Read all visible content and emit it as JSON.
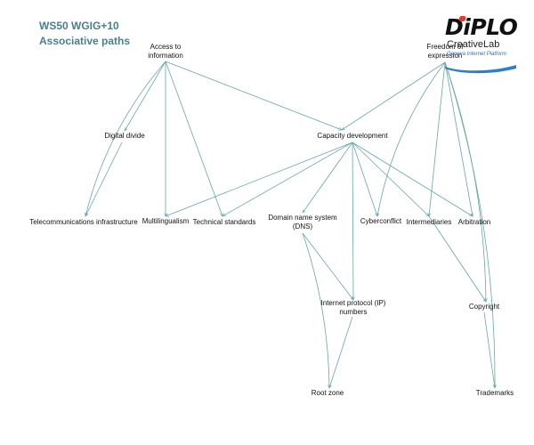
{
  "header": {
    "title_line1": "WS50 WGIG+10",
    "title_line2": "Associative paths"
  },
  "logo": {
    "main": "DiPLO",
    "sub": "CreativeLab",
    "tagline": "Geneva Internet Platform",
    "dot_color": "#e03c2d",
    "swoosh_color": "#2f7fc4"
  },
  "colors": {
    "title": "#4a7f8c",
    "edge": "#6aa5a8",
    "node_text": "#111111"
  },
  "nodes": {
    "access": {
      "label": "Access to\ninformation"
    },
    "freedom": {
      "label": "Freedom of\nexpression"
    },
    "digdiv": {
      "label": "Digital divide"
    },
    "capdev": {
      "label": "Capacity development"
    },
    "telecom": {
      "label": "Telecommunications infrastructure"
    },
    "multi": {
      "label": "Multilingualism"
    },
    "techstd": {
      "label": "Technical standards"
    },
    "dns": {
      "label": "Domain name system\n(DNS)"
    },
    "cyber": {
      "label": "Cyberconflict"
    },
    "interm": {
      "label": "Intermediaries"
    },
    "arbit": {
      "label": "Arbitration"
    },
    "ip": {
      "label": "Internet protocol (IP)\nnumbers"
    },
    "copy": {
      "label": "Copyright"
    },
    "root": {
      "label": "Root zone"
    },
    "trade": {
      "label": "Trademarks"
    }
  },
  "edges": [
    [
      "access",
      "telecom"
    ],
    [
      "access",
      "digdiv"
    ],
    [
      "access",
      "multi"
    ],
    [
      "access",
      "techstd"
    ],
    [
      "access",
      "capdev"
    ],
    [
      "freedom",
      "capdev"
    ],
    [
      "freedom",
      "cyber"
    ],
    [
      "freedom",
      "interm"
    ],
    [
      "freedom",
      "arbit"
    ],
    [
      "freedom",
      "copy"
    ],
    [
      "freedom",
      "trade"
    ],
    [
      "capdev",
      "multi"
    ],
    [
      "capdev",
      "techstd"
    ],
    [
      "capdev",
      "dns"
    ],
    [
      "capdev",
      "ip"
    ],
    [
      "capdev",
      "cyber"
    ],
    [
      "capdev",
      "interm"
    ],
    [
      "capdev",
      "arbit"
    ],
    [
      "digdiv",
      "telecom"
    ],
    [
      "dns",
      "ip"
    ],
    [
      "dns",
      "root"
    ],
    [
      "ip",
      "root"
    ],
    [
      "interm",
      "copy"
    ],
    [
      "copy",
      "trade"
    ]
  ]
}
